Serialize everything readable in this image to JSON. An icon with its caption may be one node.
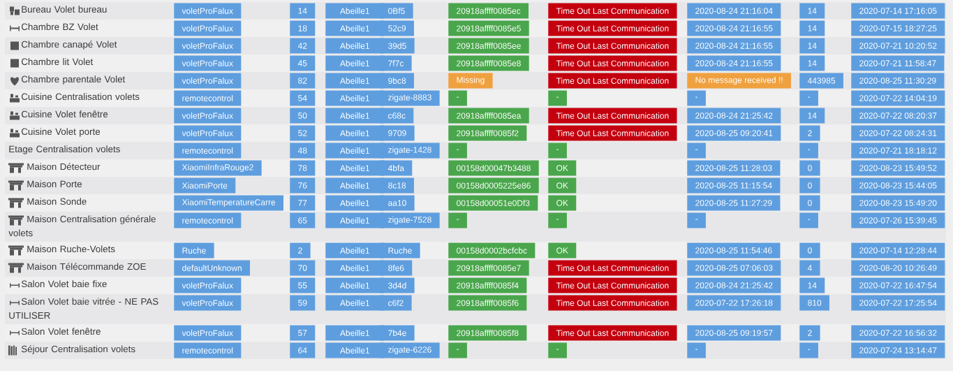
{
  "diagram": {
    "labels": [
      "Bureau Volet bureau",
      "voletProFalux",
      "14",
      "Abeille1",
      "0Bf5",
      "20918affff0085ec",
      "Time Out Last Communication",
      "2020-08-24 21:16:04",
      "14",
      "2020-07-14 17:16:05",
      "Chambre BZ Volet",
      "voletProFalux",
      "18",
      "Abeille1",
      "52c9",
      "20918affff0085e5",
      "Time Out Last Communication",
      "2020-08-24 21:16:55",
      "14",
      "2020-07-15 18:27:25",
      "Chambre canapé Volet",
      "voletProFalux",
      "42",
      "Abeille1",
      "39d5",
      "20918affff0085ee",
      "Time Out Last Communication",
      "2020-08-24 21:16:55",
      "14",
      "2020-07-21 10:20:52",
      "Chambre lit Volet",
      "voletProFalux",
      "45",
      "Abeille1",
      "7f7c",
      "20918affff0085e8",
      "Time Out Last Communication",
      "2020-08-24 21:16:55",
      "14",
      "2020-07-21 11:58:47",
      "Chambre parentale Volet",
      "voletProFalux",
      "82",
      "Abeille1",
      "9bc8",
      "Missing",
      "Time Out Last Communication",
      "No message received !!",
      "443985",
      "2020-08-25 11:30:29",
      "Cuisine Centralisation volets",
      "remotecontrol",
      "54",
      "Abeille1",
      "zigate-8883",
      "-",
      "-",
      "-",
      "-",
      "2020-07-22 14:04:19",
      "Cuisine Volet fenêtre",
      "voletProFalux",
      "50",
      "Abeille1",
      "c68c",
      "20918affff0085ea",
      "Time Out Last Communication",
      "2020-08-24 21:25:42",
      "14",
      "2020-07-22 08:20:37",
      "Cuisine Volet porte",
      "voletProFalux",
      "52",
      "Abeille1",
      "9709",
      "20918affff0085f2",
      "Time Out Last Communication",
      "2020-08-25 09:20:41",
      "2",
      "2020-07-22 08:24:31",
      "Etage Centralisation volets",
      "remotecontrol",
      "48",
      "Abeille1",
      "zigate-1428",
      "-",
      "-",
      "-",
      "-",
      "2020-07-21 18:18:12",
      "Maison Détecteur",
      "XiaomiInfraRouge2",
      "78",
      "Abeille1",
      "4bfa",
      "00158d00047b3488",
      "OK",
      "2020-08-25 11:28:03",
      "0",
      "2020-08-23 15:49:52",
      "Maison Porte",
      "XiaomiPorte",
      "76",
      "Abeille1",
      "8c18",
      "00158d0005225e86",
      "OK",
      "2020-08-25 11:15:54",
      "0",
      "2020-08-23 15:44:05",
      "Maison Sonde",
      "XiaomiTemperatureCarre",
      "77",
      "Abeille1",
      "aa10",
      "00158d00051e0Df3",
      "OK",
      "2020-08-25 11:27:29",
      "0",
      "2020-08-23 15:49:20",
      "Maison Centralisation générale volets",
      "remotecontrol",
      "65",
      "Abeille1",
      "zigate-7528",
      "-",
      "-",
      "-",
      "-",
      "2020-07-26 15:39:45",
      "Maison Ruche-Volets",
      "Ruche",
      "2",
      "Abeille1",
      "Ruche",
      "00158d0002bcfcbc",
      "OK",
      "2020-08-25 11:54:46",
      "0",
      "2020-07-14 12:28:44",
      "Maison Télécommande ZOE",
      "defaultUnknown",
      "70",
      "Abeille1",
      "8fe6",
      "20918affff0085e7",
      "Time Out Last Communication",
      "2020-08-25 07:06:03",
      "4",
      "2020-08-20 10:26:49",
      "Salon Volet baie fixe",
      "voletProFalux",
      "55",
      "Abeille1",
      "3d4d",
      "20918affff0085f4",
      "Time Out Last Communication",
      "2020-08-24 21:25:42",
      "14",
      "2020-07-22 16:47:54",
      "Salon Volet baie vitrée - NE PAS UTILISER",
      "voletProFalux",
      "59",
      "Abeille1",
      "c6f2",
      "20918affff0085f6",
      "Time Out Last Communication",
      "2020-07-22 17:26:18",
      "810",
      "2020-07-22 17:25:54",
      "Salon Volet fenêtre",
      "voletProFalux",
      "57",
      "Abeille1",
      "7b4e",
      "20918affff0085f8",
      "Time Out Last Communication",
      "2020-08-25 09:19:57",
      "2",
      "2020-07-22 16:56:32",
      "Séjour Centralisation volets",
      "remotecontrol",
      "64",
      "Abeille1",
      "zigate-6226",
      "-",
      "-",
      "-",
      "-",
      "2020-07-24 13:14:47"
    ]
  }
}
